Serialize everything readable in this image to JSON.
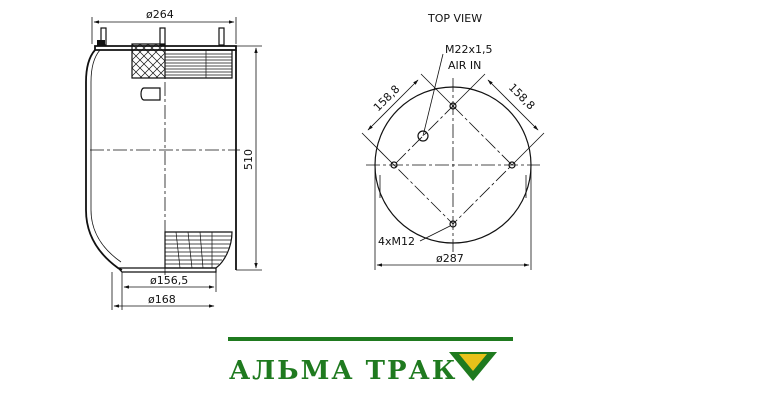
{
  "side_view": {
    "dim_top": "ø264",
    "dim_height": "510",
    "dim_bottom_inner": "ø156,5",
    "dim_bottom_outer": "ø168"
  },
  "top_view": {
    "title": "TOP VIEW",
    "dim_left": "158,8",
    "dim_right": "158,8",
    "air_inlet_line1": "M22x1,5",
    "air_inlet_line2": "AIR  IN",
    "bolts": "4xM12",
    "dim_diameter": "ø287"
  },
  "brand": {
    "name": "АЛЬМА ТРАК",
    "colors": {
      "green": "#1f7a1f",
      "yellow": "#e8c21a"
    }
  }
}
